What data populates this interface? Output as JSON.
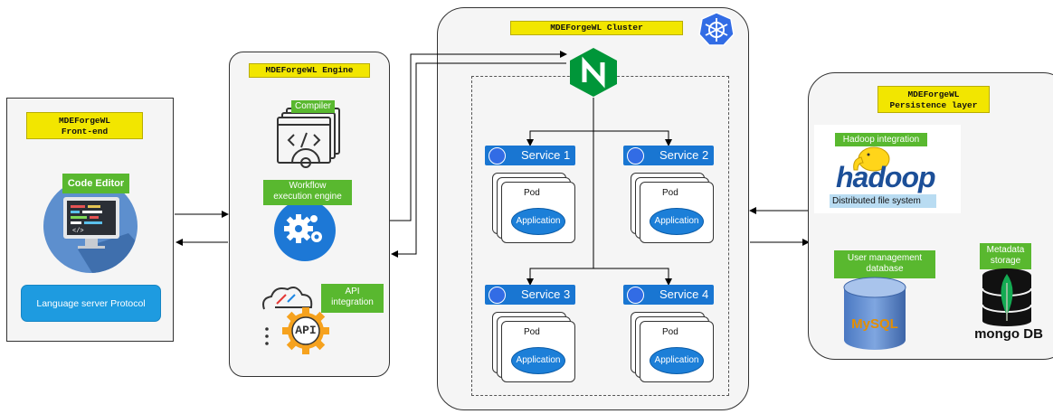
{
  "frontend": {
    "title_line1": "MDEForgeWL",
    "title_line2": "Front-end",
    "code_editor_label": "Code Editor",
    "lsp_label": "Language server Protocol"
  },
  "engine": {
    "title": "MDEForgeWL Engine",
    "compiler_label": "Compiler",
    "workflow_line1": "Workflow",
    "workflow_line2": "execution engine",
    "api_line1": "API",
    "api_line2": "integration",
    "api_badge": "API"
  },
  "cluster": {
    "title": "MDEForgeWL Cluster",
    "nginx_letter": "N",
    "services": [
      {
        "name": "Service 1",
        "pod": "Pod",
        "app": "Application"
      },
      {
        "name": "Service 2",
        "pod": "Pod",
        "app": "Application"
      },
      {
        "name": "Service 3",
        "pod": "Pod",
        "app": "Application"
      },
      {
        "name": "Service 4",
        "pod": "Pod",
        "app": "Application"
      }
    ]
  },
  "persistence": {
    "title_line1": "MDEForgeWL",
    "title_line2": "Persistence layer",
    "hadoop_label": "Hadoop integration",
    "hadoop_logo": "hadoop",
    "dfs_label": "Distributed file system",
    "user_mgmt_line1": "User management",
    "user_mgmt_line2": "database",
    "mysql_logo": "MySQL",
    "metadata_line1": "Metadata",
    "metadata_line2": "storage",
    "mongo_logo": "mongo DB"
  },
  "colors": {
    "yellow_label": "#f2e600",
    "green_label": "#59b82f",
    "service_blue": "#1976d2",
    "kubernetes_blue": "#326ce5",
    "nginx_green": "#009639"
  }
}
